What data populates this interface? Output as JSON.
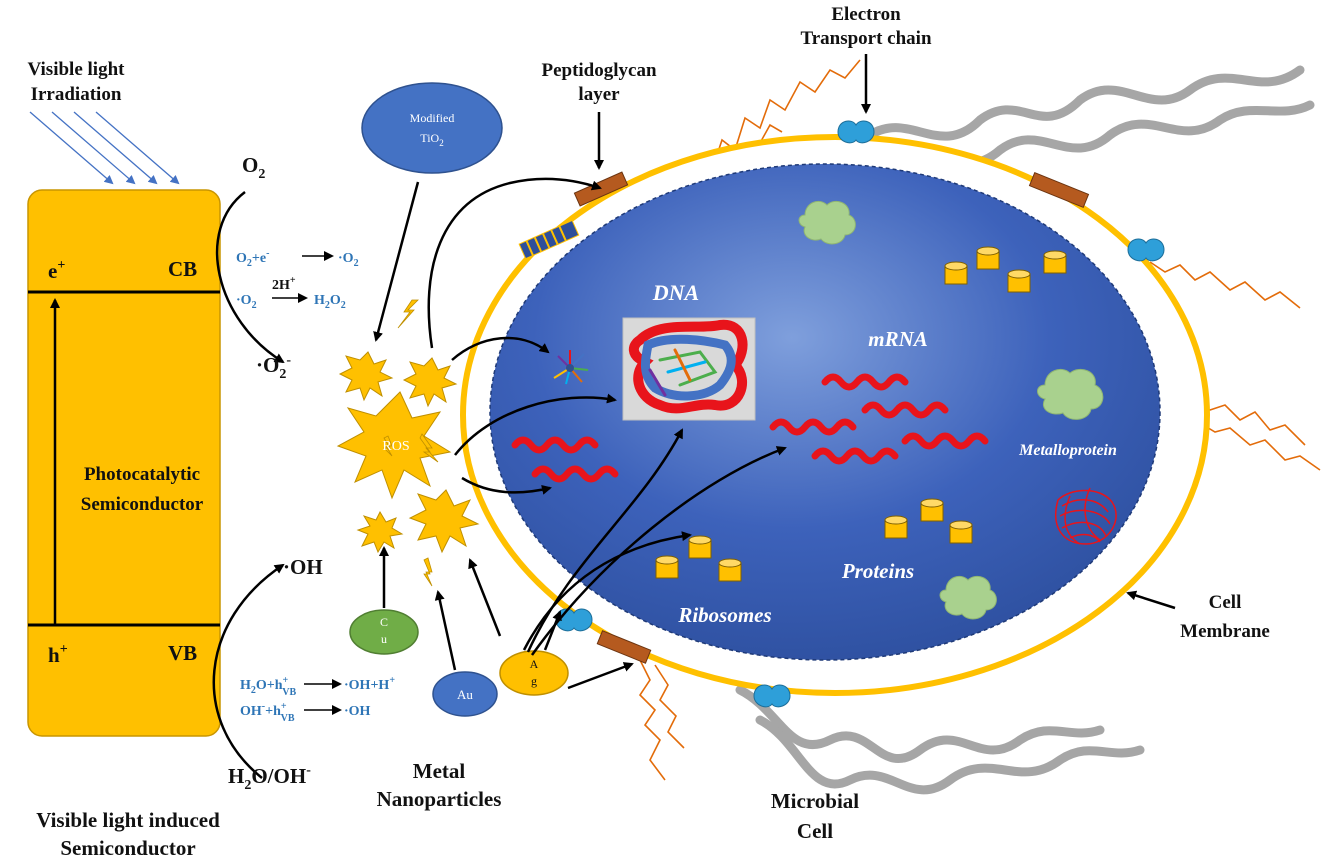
{
  "labels": {
    "visible_light_line1": "Visible light",
    "visible_light_line2": "Irradiation",
    "cb": "CB",
    "vb": "VB",
    "e_plus": "e",
    "e_plus_sup": "+",
    "h_plus": "h",
    "h_plus_sup": "+",
    "semiconductor_line1": "Photocatalytic",
    "semiconductor_line2": "Semiconductor",
    "o2": "O",
    "o2_sub": "2",
    "o2_minus": "·O",
    "o2_minus_sub": "2",
    "o2_minus_sup": "-",
    "oh": "·OH",
    "h2o_oh": "H",
    "h2o_oh_sub": "2",
    "h2o_oh_rest": "O/OH",
    "h2o_oh_sup": "-",
    "eq1_left": "O",
    "eq1_left_sub": "2",
    "eq1_mid": "+e",
    "eq1_mid_sup": "-",
    "eq1_right": "·O",
    "eq1_right_sub": "2",
    "eq2_left": "·O",
    "eq2_left_sub": "2",
    "eq2_over": "2H",
    "eq2_over_sup": "+",
    "eq2_right": "H",
    "eq2_right_sub1": "2",
    "eq2_right_mid": "O",
    "eq2_right_sub2": "2",
    "eq3_left": "H",
    "eq3_left_sub": "2",
    "eq3_mid": "O+h",
    "eq3_mid_sup": "+",
    "eq3_mid_sub": "VB",
    "eq3_right": "·OH+H",
    "eq3_right_sup": "+",
    "eq4_left": "OH",
    "eq4_left_sup": "-",
    "eq4_mid": "+h",
    "eq4_mid_sup": "+",
    "eq4_mid_sub": "VB",
    "eq4_right": "·OH",
    "modified_tio2_line1": "Modified",
    "modified_tio2_line2": "TiO",
    "modified_tio2_sub": "2",
    "ros": "ROS",
    "cu": "C",
    "cu2": "u",
    "au": "Au",
    "ag": "A",
    "ag2": "g",
    "metal_np_line1": "Metal",
    "metal_np_line2": "Nanoparticles",
    "bottom_left_line1": "Visible light induced",
    "bottom_left_line2": "Semiconductor",
    "peptidoglycan_line1": "Peptidoglycan",
    "peptidoglycan_line2": "layer",
    "etc_line1": "Electron",
    "etc_line2": "Transport chain",
    "dna": "DNA",
    "mrna": "mRNA",
    "metalloprotein": "Metalloprotein",
    "proteins": "Proteins",
    "ribosomes": "Ribosomes",
    "cell_membrane_line1": "Cell",
    "cell_membrane_line2": "Membrane",
    "microbial_line1": "Microbial",
    "microbial_line2": "Cell"
  },
  "colors": {
    "semiconductor_fill": "#ffc000",
    "semiconductor_stroke": "#c99500",
    "cell_fill": "#3a60b8",
    "cell_border": "#ffc000",
    "equation_blue": "#2e75b6",
    "ellipse_blue": "#4472c4",
    "cu_green": "#70ad47",
    "ag_gold": "#ffc000",
    "mrna_red": "#e8141b",
    "ribosome": "#ffc000",
    "protein_green": "#a9d18e",
    "flagella": "#e36c0a",
    "pili": "#a6a6a6",
    "transporter": "#2e9fd9",
    "peptidoglycan_patch": "#b55a1f"
  }
}
